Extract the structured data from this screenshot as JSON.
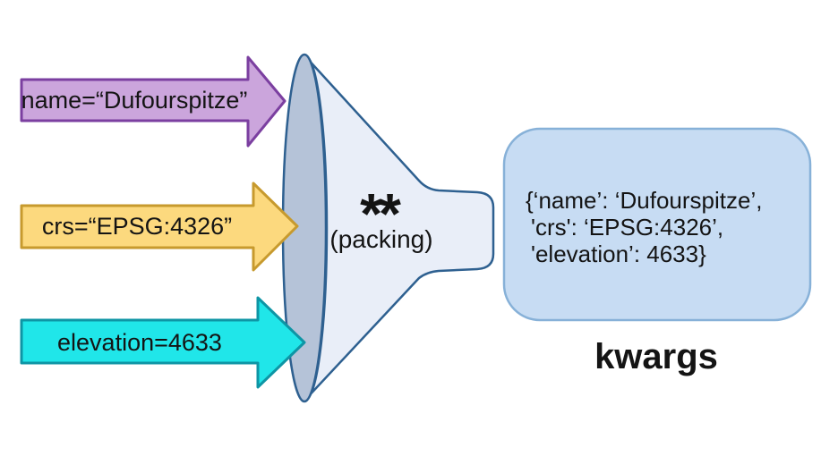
{
  "background": "#ffffff",
  "arrows": [
    {
      "id": "name",
      "label": "name=“Dufourspitze”",
      "fill": "#cba5dc",
      "stroke": "#7b3fa0"
    },
    {
      "id": "crs",
      "label": "crs=“EPSG:4326”",
      "fill": "#fcd97e",
      "stroke": "#c79a2e"
    },
    {
      "id": "elevation",
      "label": "elevation=4633",
      "fill": "#20e6e9",
      "stroke": "#0e95a5"
    }
  ],
  "funnel": {
    "symbol": "**",
    "caption": "(packing)",
    "body_fill": "#e9eef8",
    "mouth_fill": "#b5c3d8",
    "stroke": "#2e6090"
  },
  "result_box": {
    "lines": [
      "{‘name’: ‘Dufourspitze’,",
      "'crs': ‘EPSG:4326’,",
      "'elevation’: 4633}"
    ],
    "caption": "kwargs",
    "fill": "#c7dcf3",
    "stroke": "#87b1d8"
  }
}
